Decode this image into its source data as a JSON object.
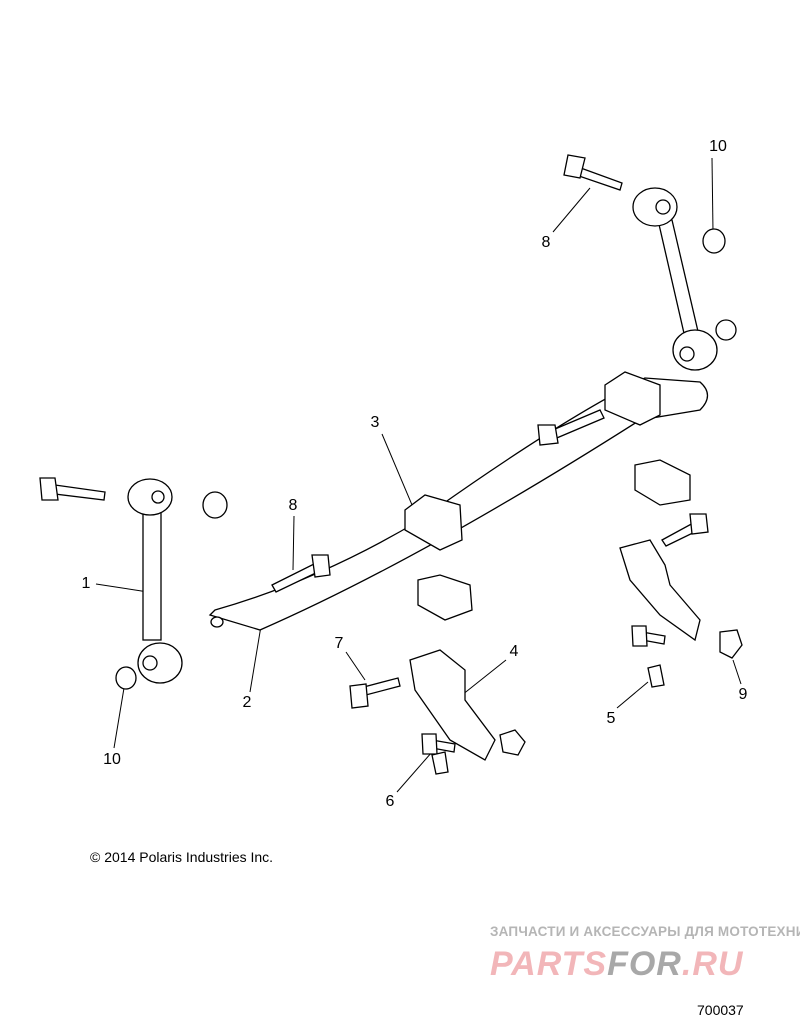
{
  "diagram": {
    "callouts": [
      "1",
      "2",
      "3",
      "4",
      "5",
      "6",
      "7",
      "8",
      "8",
      "9",
      "10",
      "10"
    ],
    "copyright": "© 2014 Polaris Industries Inc.",
    "document_number": "700037"
  },
  "watermark": {
    "tagline": "ЗАПЧАСТИ И АКСЕССУАРЫ ДЛЯ МОТОТЕХНИКИ",
    "logo_part1": "PARTS",
    "logo_part2": "FOR",
    "logo_part3": ".RU"
  }
}
